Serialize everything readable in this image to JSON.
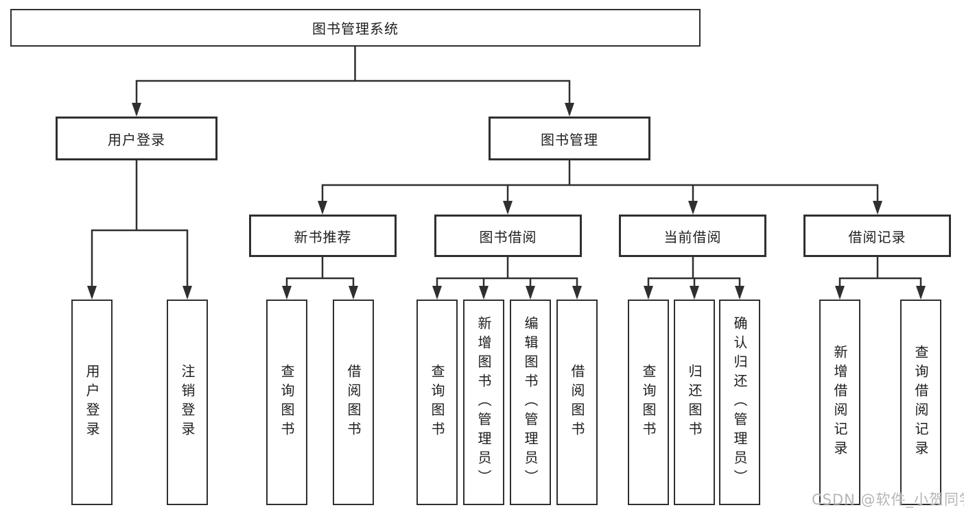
{
  "tree": {
    "label": "图书管理系统",
    "children": [
      {
        "label": "用户登录",
        "children": [
          {
            "label": "用户登录"
          },
          {
            "label": "注销登录"
          }
        ]
      },
      {
        "label": "图书管理",
        "children": [
          {
            "label": "新书推荐",
            "children": [
              {
                "label": "查询图书"
              },
              {
                "label": "借阅图书"
              }
            ]
          },
          {
            "label": "图书借阅",
            "children": [
              {
                "label": "查询图书"
              },
              {
                "label": "新增图书（管理员）"
              },
              {
                "label": "编辑图书（管理员）"
              },
              {
                "label": "借阅图书"
              }
            ]
          },
          {
            "label": "当前借阅",
            "children": [
              {
                "label": "查询图书"
              },
              {
                "label": "归还图书"
              },
              {
                "label": "确认归还（管理员）"
              }
            ]
          },
          {
            "label": "借阅记录",
            "children": [
              {
                "label": "新增借阅记录"
              },
              {
                "label": "查询借阅记录"
              }
            ]
          }
        ]
      }
    ]
  },
  "watermark": {
    "text": "CSDN @软件_小贺同学"
  },
  "colors": {
    "line": "#2f2f2f",
    "box_border": "#2f2f2f",
    "text": "#1e1e1e",
    "watermark": "#b5b5b5",
    "background": "#ffffff"
  }
}
